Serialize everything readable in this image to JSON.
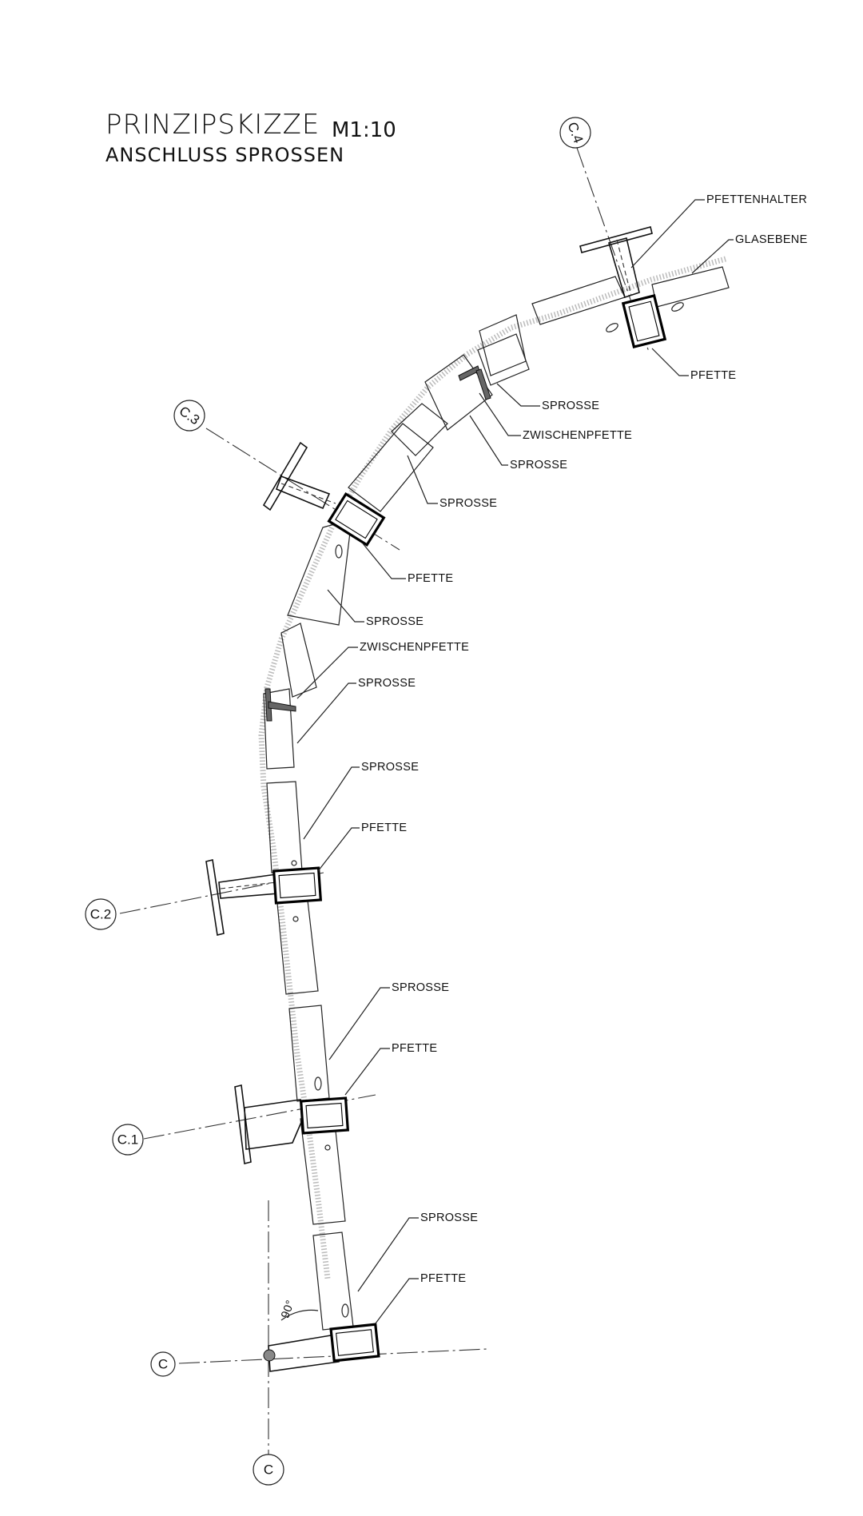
{
  "title": {
    "main": "PRINZIPSKIZZE",
    "scale": "M1:10",
    "subtitle": "ANSCHLUSS SPROSSEN"
  },
  "axes": {
    "c4": "C.4",
    "c3": "C.3",
    "c2": "C.2",
    "c1": "C.1",
    "c": "C",
    "c_bottom": "C"
  },
  "angle": "90°",
  "labels": {
    "pfettenhalter": "PFETTENHALTER",
    "glasebene": "GLASEBENE",
    "pfette_c4": "PFETTE",
    "sprosse_a": "SPROSSE",
    "zwischenpfette_a": "ZWISCHENPFETTE",
    "sprosse_b": "SPROSSE",
    "sprosse_c": "SPROSSE",
    "pfette_c3": "PFETTE",
    "sprosse_d": "SPROSSE",
    "zwischenpfette_b": "ZWISCHENPFETTE",
    "sprosse_e": "SPROSSE",
    "sprosse_f": "SPROSSE",
    "pfette_c2": "PFETTE",
    "sprosse_g": "SPROSSE",
    "pfette_c1": "PFETTE",
    "sprosse_h": "SPROSSE",
    "pfette_c": "PFETTE"
  }
}
